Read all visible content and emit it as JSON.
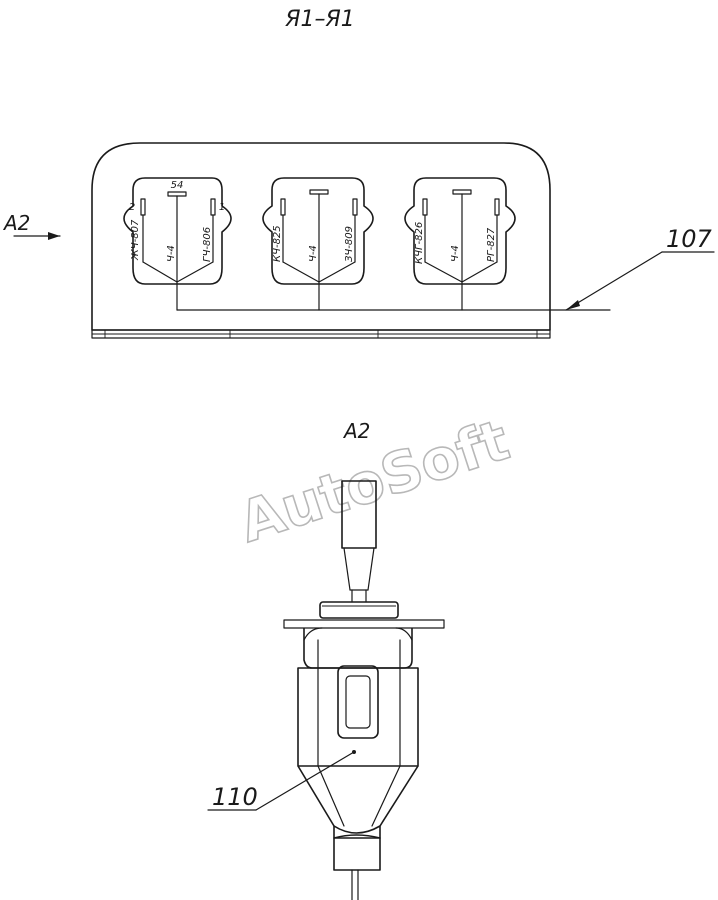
{
  "section_title": "Я1–Я1",
  "view_arrow_label": "А2",
  "view_label_below": "А2",
  "callouts": {
    "harness": "107",
    "switch": "110"
  },
  "watermark": "AutoSoft",
  "connectors": [
    {
      "center_pin": "54",
      "left_pin": "2",
      "right_pin": "1",
      "wires": [
        "ЖЧ-807",
        "Ч-4",
        "ГЧ-806"
      ]
    },
    {
      "center_pin": "",
      "left_pin": "",
      "right_pin": "",
      "wires": [
        "КЧ-825",
        "Ч-4",
        "ЗЧ-809"
      ]
    },
    {
      "center_pin": "",
      "left_pin": "",
      "right_pin": "",
      "wires": [
        "КЧГ-826",
        "Ч-4",
        "РГ-827"
      ]
    }
  ]
}
